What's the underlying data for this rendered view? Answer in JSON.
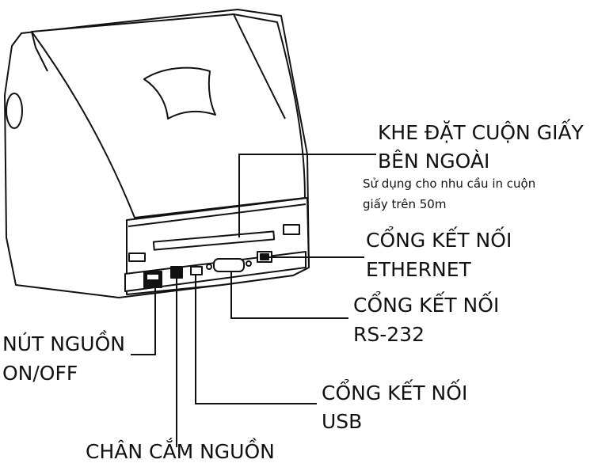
{
  "labels": {
    "slot_line1": "KHE ĐẶT CUỘN GIẤY",
    "slot_line2": "BÊN NGOÀI",
    "slot_note_line1": "Sử dụng cho nhu cầu in cuộn",
    "slot_note_line2": "giấy trên 50m",
    "ethernet_line1": "CỔNG KẾT NỐI",
    "ethernet_line2": "ETHERNET",
    "rs232_line1": "CỔNG KẾT NỐI",
    "rs232_line2": "RS-232",
    "power_switch_line1": "NÚT NGUỒN",
    "power_switch_line2": "ON/OFF",
    "usb_line1": "CỔNG KẾT NỐI",
    "usb_line2": "USB",
    "power_socket": "CHÂN CẮM NGUỒN"
  },
  "colors": {
    "line": "#111111",
    "fill": "#ffffff"
  }
}
